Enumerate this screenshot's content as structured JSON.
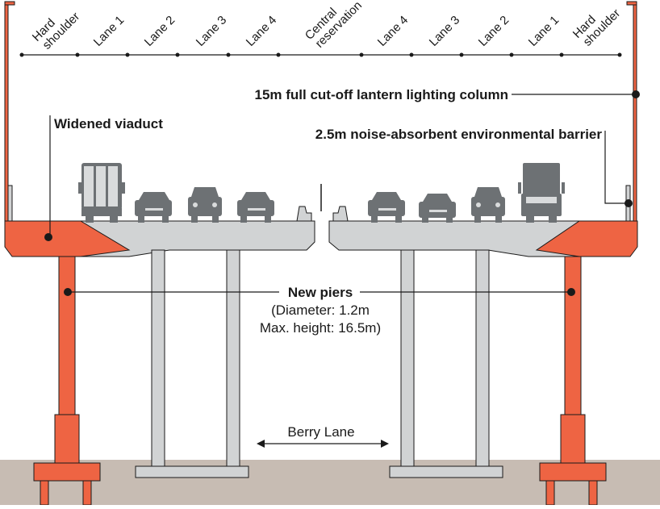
{
  "colors": {
    "accent_orange": "#ee6443",
    "deck_grey": "#d1d3d4",
    "pier_grey": "#d1d3d4",
    "ground": "#c7bcb3",
    "vehicle": "#6d7174",
    "line": "#1a1a1a"
  },
  "lanes_left": [
    {
      "line1": "Hard",
      "line2": "shoulder"
    },
    {
      "line1": "Lane 1",
      "line2": ""
    },
    {
      "line1": "Lane 2",
      "line2": ""
    },
    {
      "line1": "Lane 3",
      "line2": ""
    },
    {
      "line1": "Lane 4",
      "line2": ""
    }
  ],
  "central": {
    "line1": "Central",
    "line2": "reservation"
  },
  "lanes_right": [
    {
      "line1": "Lane 4",
      "line2": ""
    },
    {
      "line1": "Lane 3",
      "line2": ""
    },
    {
      "line1": "Lane 2",
      "line2": ""
    },
    {
      "line1": "Lane 1",
      "line2": ""
    },
    {
      "line1": "Hard",
      "line2": "shoulder"
    }
  ],
  "labels": {
    "lighting": "15m full cut-off lantern lighting column",
    "viaduct": "Widened viaduct",
    "barrier": "2.5m noise-absorbent environmental barrier",
    "piers_title": "New piers",
    "piers_diameter": "(Diameter: 1.2m",
    "piers_height": "Max. height: 16.5m)",
    "road_below": "Berry Lane"
  },
  "icons": {
    "lorry": "lorry-icon",
    "car": "car-icon",
    "van": "van-icon"
  }
}
